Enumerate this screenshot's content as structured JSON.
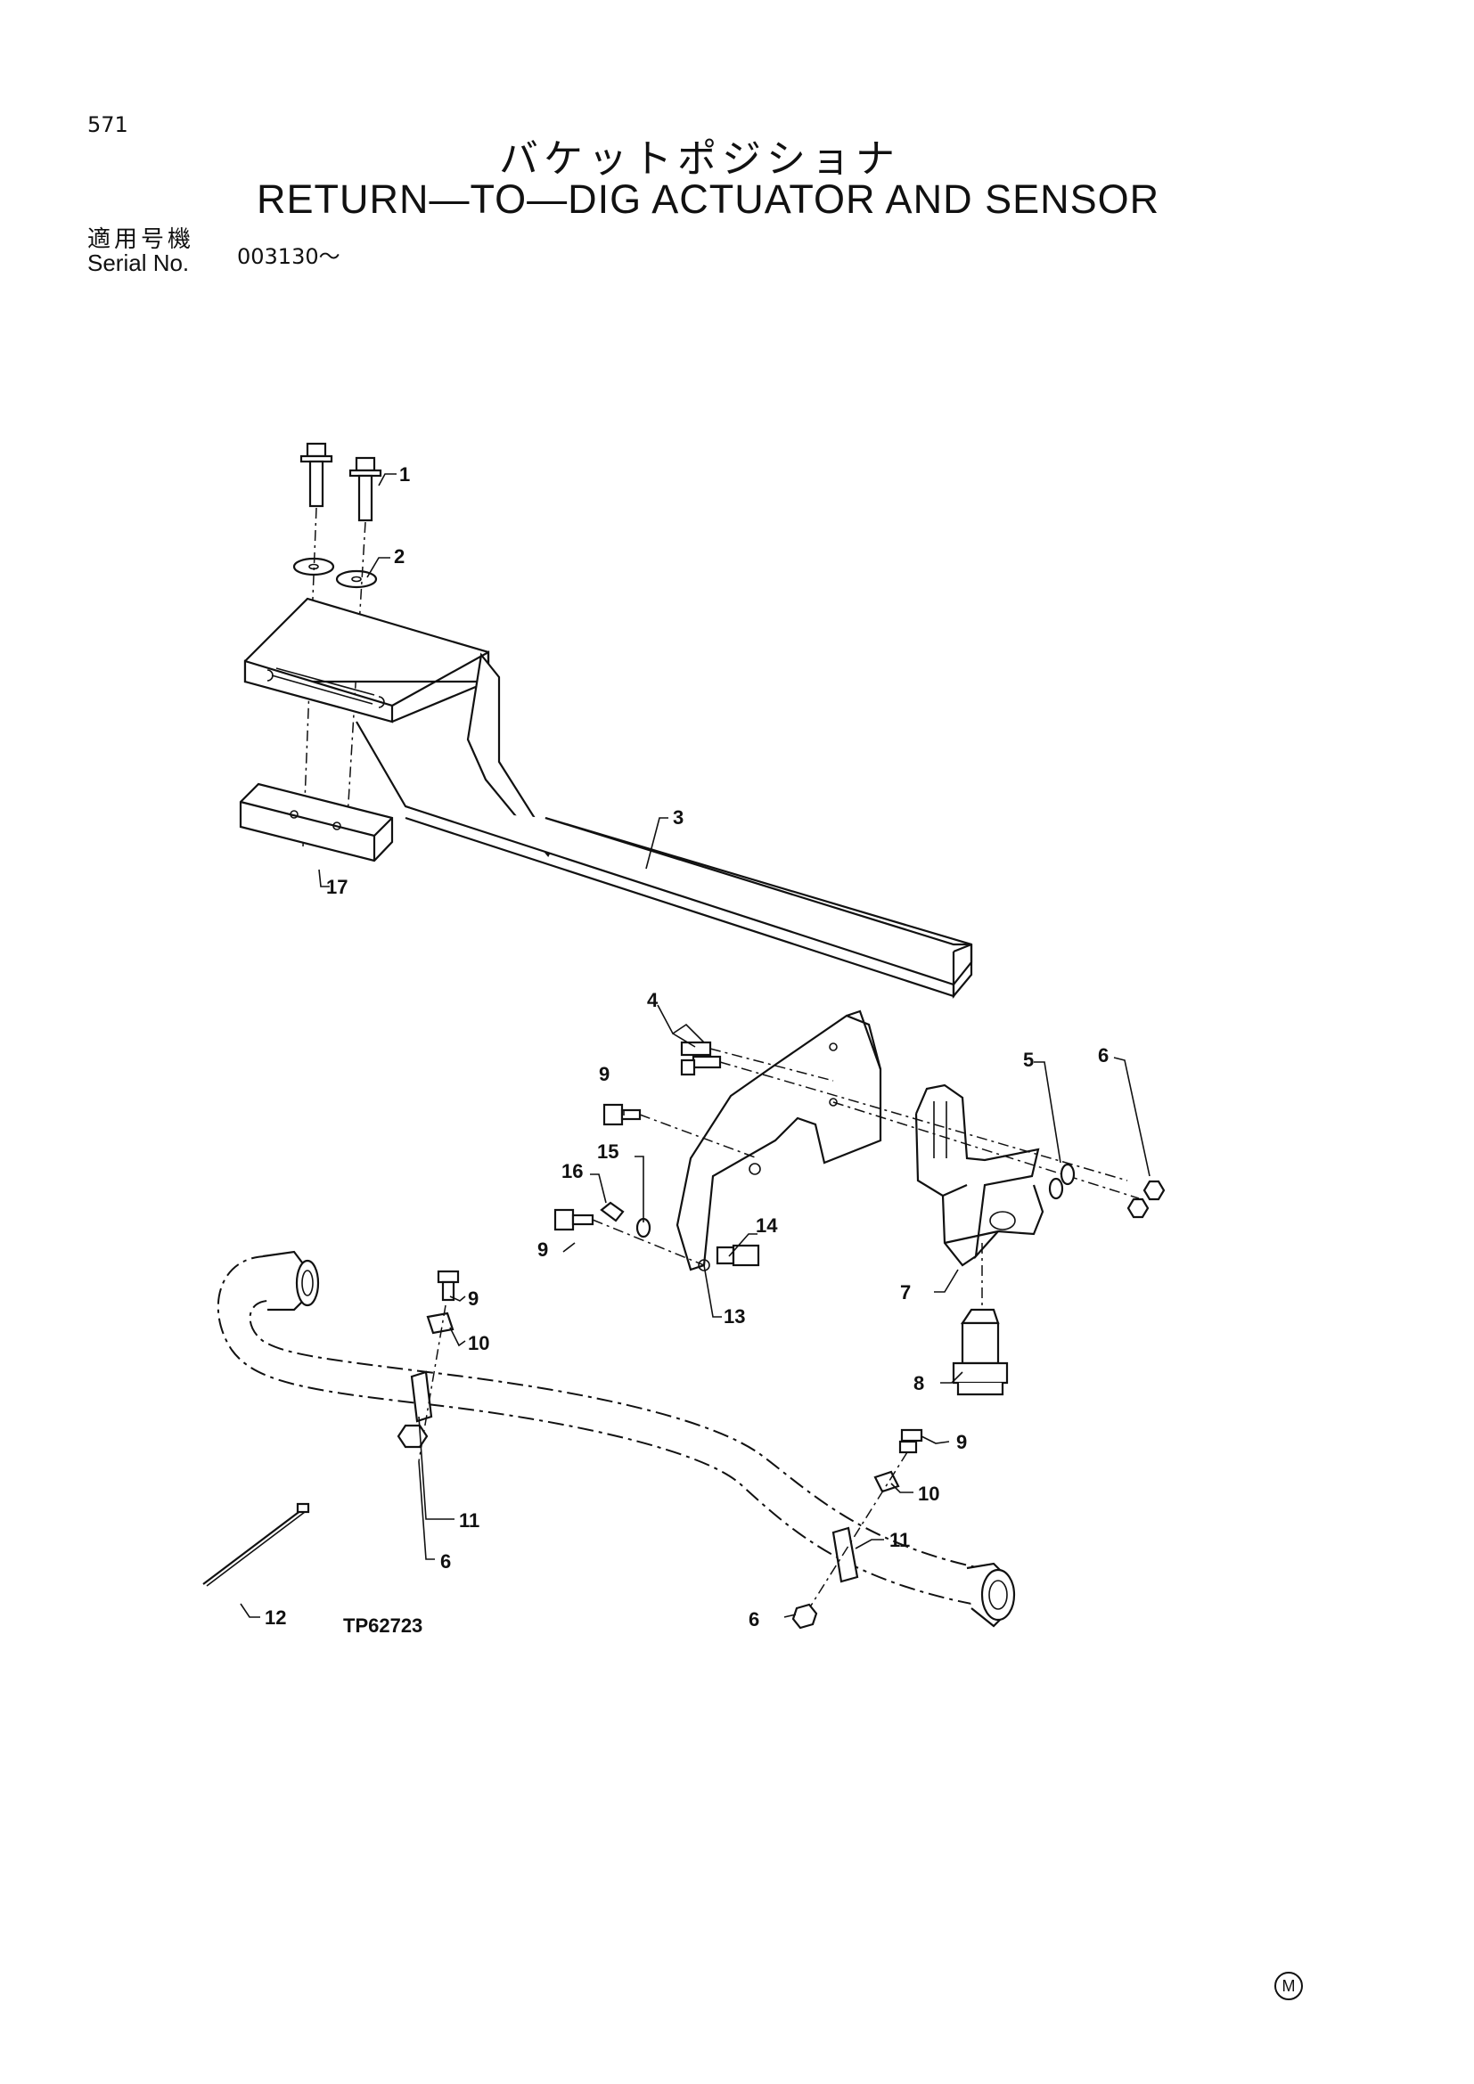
{
  "header": {
    "page_number": "571",
    "title_jp": "バケットポジショナ",
    "title_en": "RETURN—TO—DIG ACTUATOR AND SENSOR",
    "serial_label_jp": "適用号機",
    "serial_label_en": "Serial No.",
    "serial_value": "003130～"
  },
  "diagram": {
    "code": "TP62723",
    "callouts": {
      "c1": "1",
      "c2": "2",
      "c3": "3",
      "c4": "4",
      "c5": "5",
      "c6a": "6",
      "c6b": "6",
      "c6c": "6",
      "c7": "7",
      "c8": "8",
      "c9a": "9",
      "c9b": "9",
      "c9c": "9",
      "c9d": "9",
      "c10a": "10",
      "c10b": "10",
      "c11a": "11",
      "c11b": "11",
      "c12": "12",
      "c13": "13",
      "c14": "14",
      "c15": "15",
      "c16": "16",
      "c17": "17"
    }
  },
  "footer": {
    "mark": "M"
  }
}
